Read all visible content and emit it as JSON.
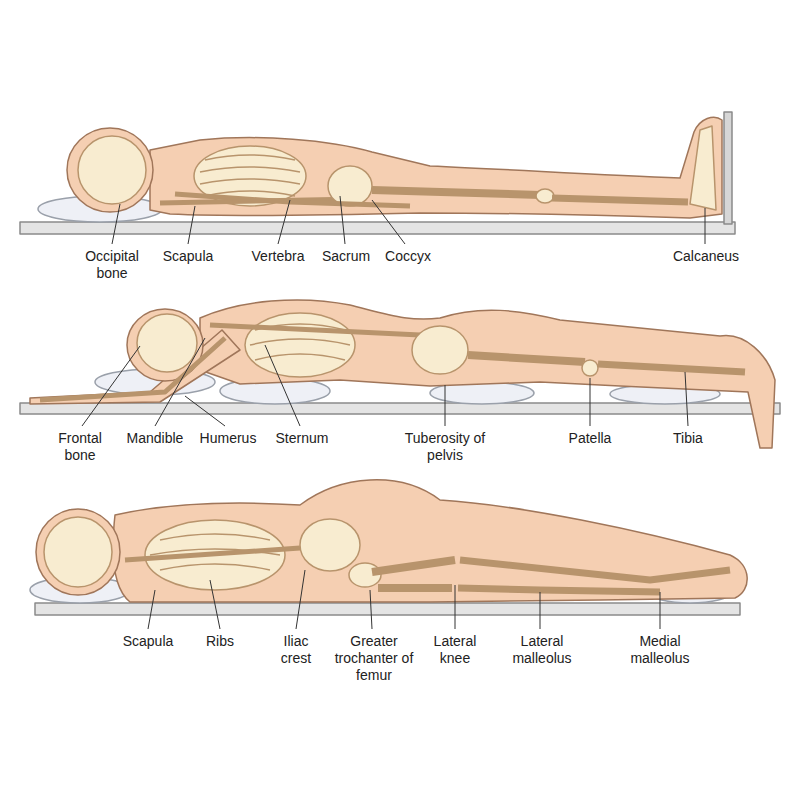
{
  "diagram": {
    "labels": [
      "Occipital bone",
      "Scapula",
      "Vertebra",
      "Sacrum",
      "Coccyx",
      "Calcaneus",
      "Frontal bone",
      "Mandible",
      "Humerus",
      "Sternum",
      "Tuberosity of pelvis",
      "Patella",
      "Tibia",
      "Scapula",
      "Ribs",
      "Iliac crest",
      "Greater trochanter of femur",
      "Lateral knee",
      "Lateral malleolus",
      "Medial malleolus"
    ]
  }
}
